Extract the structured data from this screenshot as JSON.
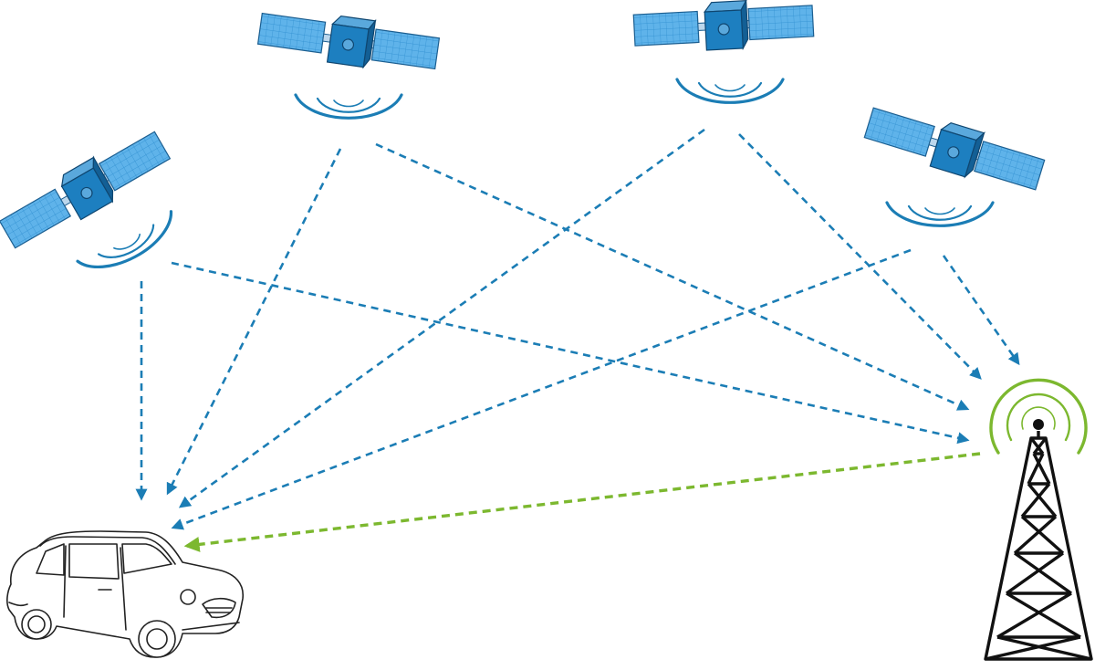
{
  "colors": {
    "background": "#ffffff",
    "satellite_arrow": "#1b7db5",
    "tower_arrow": "#7cb82f",
    "satellite_body": "#1d7fc0",
    "satellite_panel": "#5fb3ea",
    "signal_wave": "#1b7db5",
    "tower_wave": "#7cb82f",
    "tower_line": "#111111",
    "car_line": "#222222"
  },
  "nodes": {
    "satellites": [
      {
        "id": "sat-1",
        "icon": "satellite-icon",
        "waves": "signal-waves-icon"
      },
      {
        "id": "sat-2",
        "icon": "satellite-icon",
        "waves": "signal-waves-icon"
      },
      {
        "id": "sat-3",
        "icon": "satellite-icon",
        "waves": "signal-waves-icon"
      },
      {
        "id": "sat-4",
        "icon": "satellite-icon",
        "waves": "signal-waves-icon"
      }
    ],
    "tower": {
      "id": "ground-station",
      "icon": "radio-tower-icon",
      "waves": "broadcast-waves-icon"
    },
    "receiver": {
      "id": "car",
      "icon": "car-icon"
    }
  },
  "connections": [
    {
      "from": "sat-1",
      "to": "car",
      "style": "dashed",
      "color": "satellite"
    },
    {
      "from": "sat-2",
      "to": "car",
      "style": "dashed",
      "color": "satellite"
    },
    {
      "from": "sat-3",
      "to": "car",
      "style": "dashed",
      "color": "satellite"
    },
    {
      "from": "sat-4",
      "to": "car",
      "style": "dashed",
      "color": "satellite"
    },
    {
      "from": "sat-1",
      "to": "ground-station",
      "style": "dashed",
      "color": "satellite"
    },
    {
      "from": "sat-2",
      "to": "ground-station",
      "style": "dashed",
      "color": "satellite"
    },
    {
      "from": "sat-3",
      "to": "ground-station",
      "style": "dashed",
      "color": "satellite"
    },
    {
      "from": "sat-4",
      "to": "ground-station",
      "style": "dashed",
      "color": "satellite"
    },
    {
      "from": "ground-station",
      "to": "car",
      "style": "dashed",
      "color": "tower"
    }
  ]
}
